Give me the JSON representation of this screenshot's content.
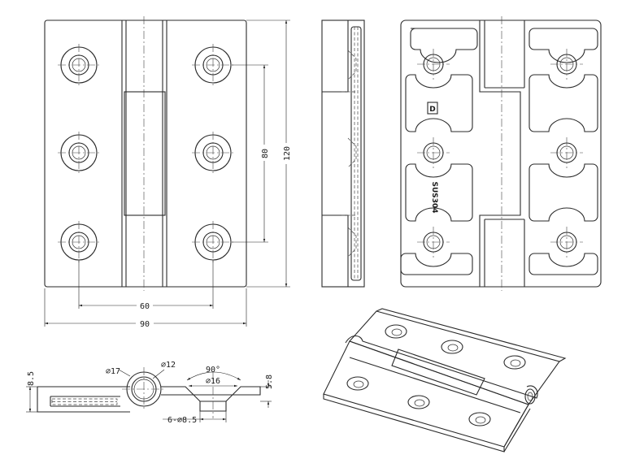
{
  "dimensions": {
    "width_overall": "90",
    "hole_spacing_horizontal": "60",
    "height_overall": "120",
    "hole_spacing_vertical": "80",
    "knuckle_outer_diameter": "⌀17",
    "knuckle_inner_diameter": "⌀12",
    "countersink_angle": "90°",
    "countersink_diameter": "⌀16",
    "hole_callout": "6-⌀8.5",
    "knuckle_height": "8.5",
    "leaf_thickness": "5.8"
  },
  "markings": {
    "material_stamp": "SUS304",
    "logo_mark": "D"
  },
  "colors": {
    "line": "#2a2a2a",
    "background": "#ffffff"
  }
}
